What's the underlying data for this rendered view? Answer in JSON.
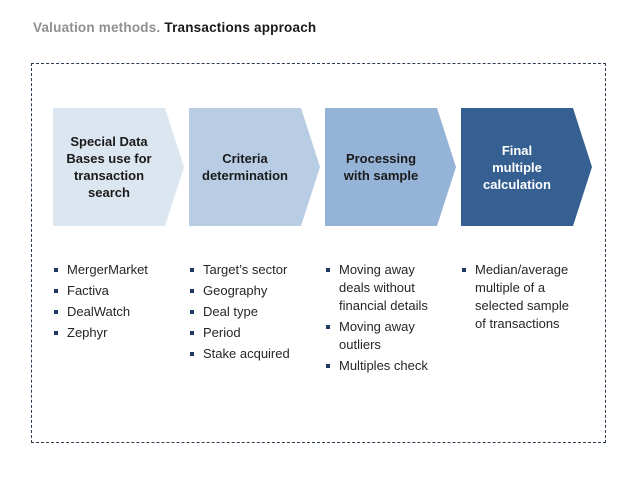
{
  "slide": {
    "title": {
      "prefix": "Valuation methods.",
      "emphasis": "Transactions approach"
    },
    "colors": {
      "step_fills": [
        "#dce6f1",
        "#b8cce4",
        "#95b3d7",
        "#366092"
      ],
      "step_label_dark": "#1a1a1a",
      "step_label_light": "#ffffff",
      "bullet_square": "#1f3864",
      "body_text": "#262626",
      "frame_border": "#2d3e50",
      "title_gray": "#8f8f8f",
      "title_black": "#1a1a1a",
      "background": "#ffffff"
    },
    "steps": [
      {
        "label": "Special Data\nBases use for\ntransaction\nsearch",
        "items": [
          "MergerMarket",
          "Factiva",
          "DealWatch",
          "Zephyr"
        ]
      },
      {
        "label": "Criteria\ndetermination",
        "items": [
          "Target’s sector",
          "Geography",
          "Deal type",
          "Period",
          "Stake acquired"
        ]
      },
      {
        "label": "Processing\nwith sample",
        "items": [
          "Moving away deals without financial details",
          "Moving away outliers",
          "Multiples check"
        ]
      },
      {
        "label": "Final\nmultiple\ncalculation",
        "items": [
          "Median/average multiple of a selected sample of transactions"
        ]
      }
    ]
  }
}
